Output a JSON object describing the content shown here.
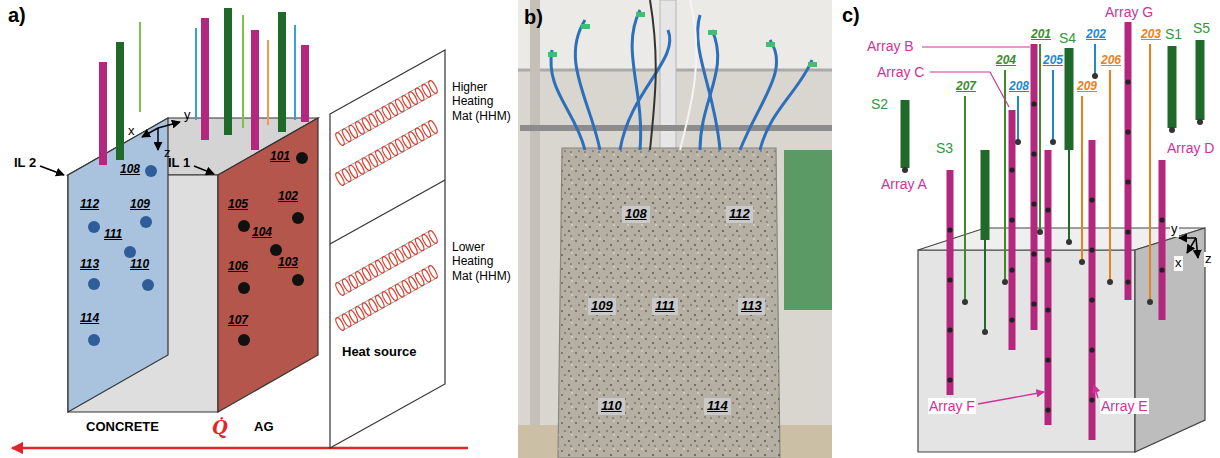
{
  "diagram": {
    "nodes": [
      {
        "text": [
          "Higher Heating Mat (HHM)",
          "Lower Heating Mat (HHM)",
          "Heat source"
        ]
      }
    ],
    "labels": [
      "a)",
      "x",
      "y",
      "z",
      "IL 2",
      "IL 1",
      "108",
      "112",
      "109",
      "111",
      "113",
      "110",
      "114",
      "101",
      "105",
      "102",
      "104",
      "106",
      "103",
      "107",
      "CONCRETE",
      "AG",
      "Q̇",
      "b)",
      "108",
      "112",
      "109",
      "111",
      "113",
      "110",
      "114",
      "c)",
      "Array B",
      "Array C",
      "Array A",
      "Array G",
      "Array D",
      "Array F",
      "Array E",
      "S1",
      "S2",
      "S3",
      "S4",
      "S5",
      "201",
      "202",
      "203",
      "204",
      "205",
      "206",
      "207",
      "208",
      "209",
      "x",
      "y",
      "z"
    ]
  }
}
